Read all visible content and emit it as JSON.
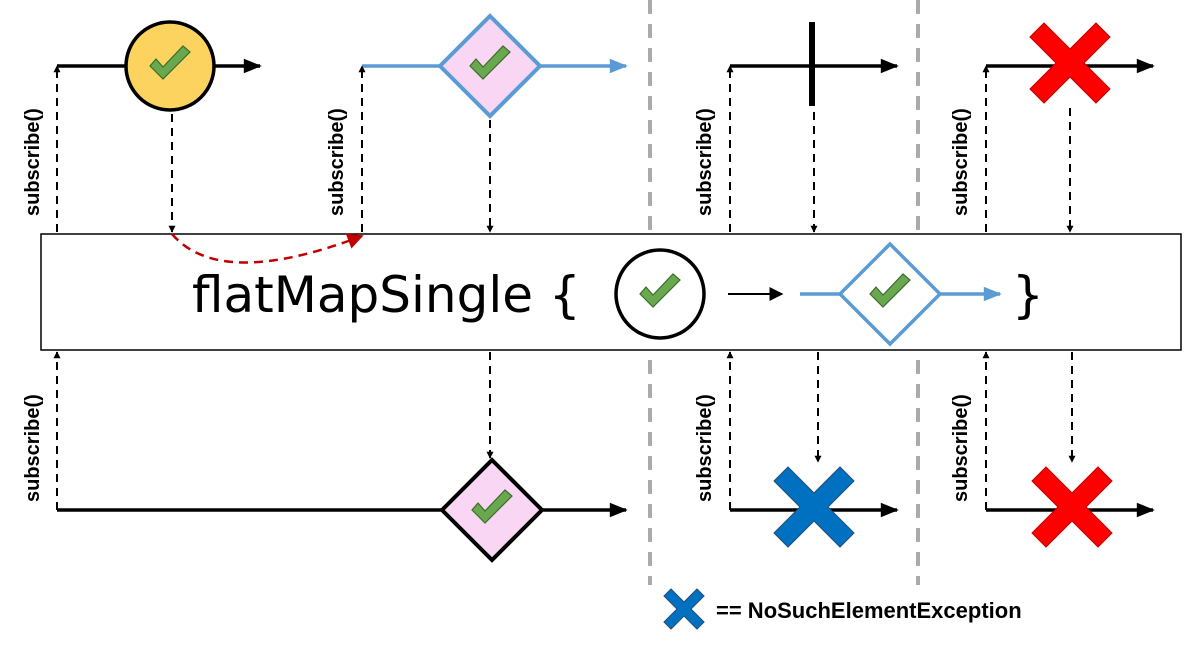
{
  "operator": {
    "label": "flatMapSingle {",
    "closing_brace": "}"
  },
  "subscribe_label": "subscribe()",
  "legend": {
    "text": "== NoSuchElementException",
    "icon": "blue-x-icon"
  },
  "colors": {
    "success_marble_fill": "#fcd35f",
    "inner_single_fill": "#f9d6f4",
    "inner_single_stroke": "#5b9bd5",
    "check_fill": "#6aa84f",
    "error_red": "#ff0000",
    "no_such_element_blue": "#0070c0",
    "flatmap_arrow_red": "#c00000",
    "separator_gray": "#aaaaaa"
  },
  "scenarios": [
    {
      "id": "success",
      "upstream": "success-marble",
      "output": "success-diamond"
    },
    {
      "id": "empty",
      "upstream": "completion-bar",
      "output": "no-such-element-error"
    },
    {
      "id": "error",
      "upstream": "error-x",
      "output": "error-x"
    }
  ]
}
